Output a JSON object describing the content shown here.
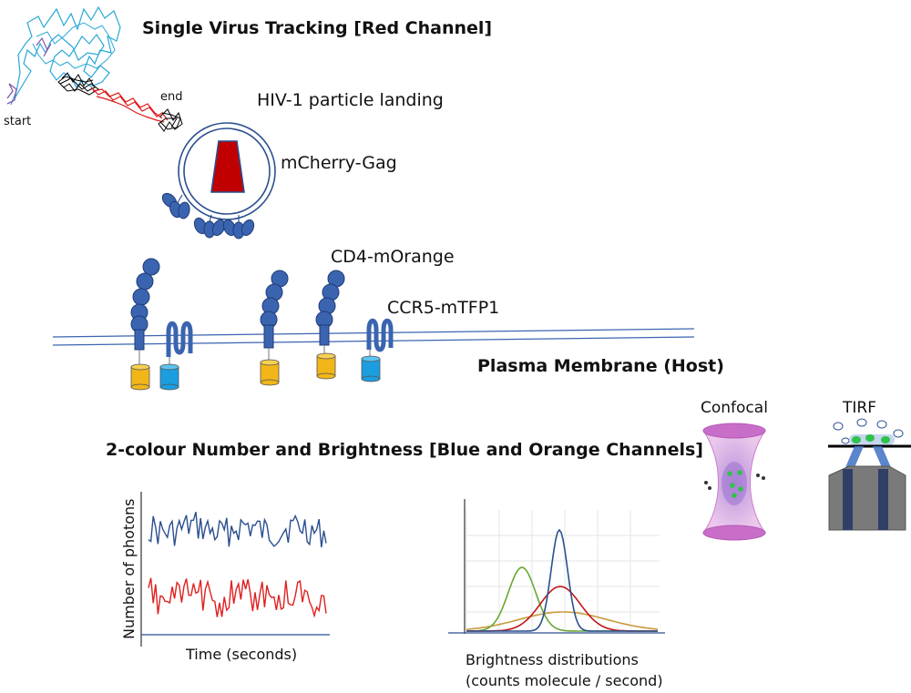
{
  "tracking": {
    "title": "Single Virus Tracking [Red Channel]",
    "start_label": "start",
    "end_label": "end",
    "landing_label": "HIV-1 particle landing",
    "gag_label": "mCherry-Gag"
  },
  "membrane": {
    "cd4_label": "CD4-mOrange",
    "ccr5_label": "CCR5-mTFP1",
    "title": "Plasma Membrane (Host)"
  },
  "nb": {
    "title": "2-colour Number and Brightness [Blue and Orange Channels]",
    "trace_ylabel": "Number of photons",
    "trace_xlabel": "Time (seconds)",
    "dist_xlabel_line1": "Brightness distributions",
    "dist_xlabel_line2": "(counts molecule / second)"
  },
  "microscopy": {
    "confocal_label": "Confocal",
    "tirf_label": "TIRF"
  },
  "colors": {
    "blue_trace": "#2a4f8f",
    "red_trace": "#e02020",
    "green_curve": "#6aa632",
    "orange_curve": "#c99a3c",
    "receptor_blue": "#3b64b0",
    "orange_tag": "#f2b619",
    "cyan_tag": "#1a9ee0",
    "gag_red": "#c00000",
    "confocal_purple": "#c86ec8"
  }
}
